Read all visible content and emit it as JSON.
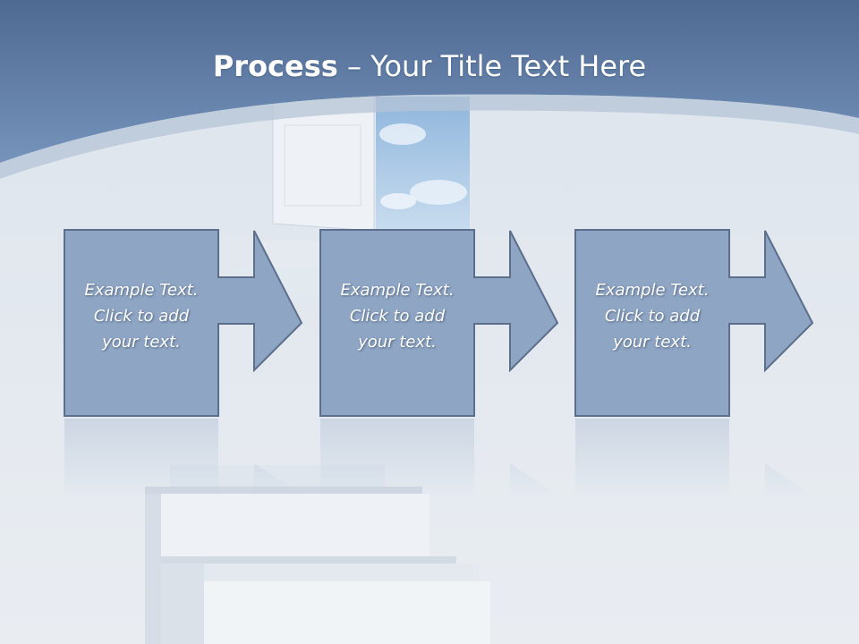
{
  "slide": {
    "title_bold": "Process",
    "title_rest": " – Your Title Text Here",
    "steps": [
      {
        "text": "Example Text.\nClick  to add\nyour text."
      },
      {
        "text": "Example Text.\nClick  to add\nyour text."
      },
      {
        "text": "Example Text.\nClick  to add\nyour text."
      }
    ]
  },
  "colors": {
    "header": "#6b87b0",
    "shape_fill": "#8ea5c4",
    "shape_stroke": "#5b6f8c",
    "background": "#e2e8ef"
  }
}
